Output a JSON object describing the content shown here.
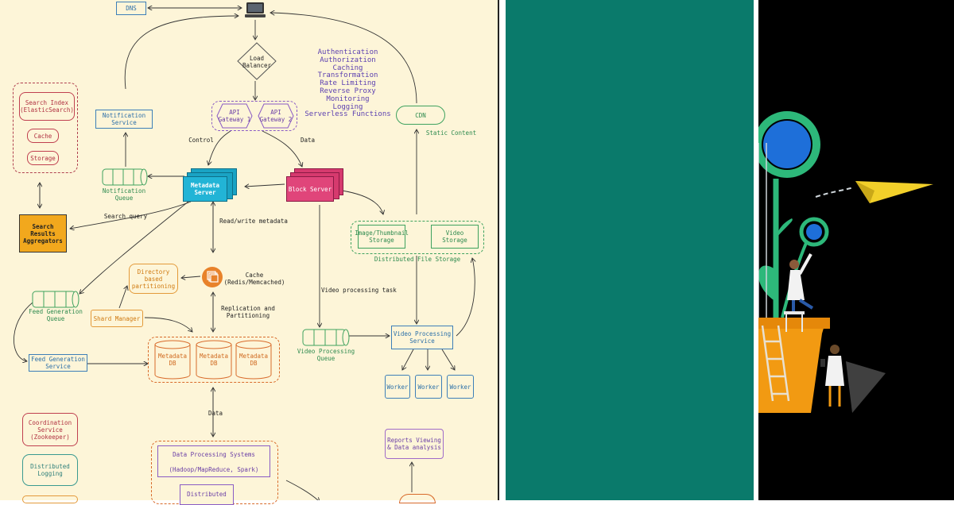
{
  "diagram": {
    "dns": "DNS",
    "load_balancer": "Load\nBalancer",
    "features": [
      "Authentication",
      "Authorization",
      "Caching",
      "Transformation",
      "Rate Limiting",
      "Reverse Proxy",
      "Monitoring",
      "Logging",
      "Serverless Functions"
    ],
    "api_gateway_1": "API\nGateway 1",
    "api_gateway_2": "API\nGateway 2",
    "cdn": "CDN",
    "static_content": "Static Content",
    "search_index": "Search Index\n(ElasticSearch)",
    "cache_small": "Cache",
    "storage_small": "Storage",
    "notification_service": "Notification\nService",
    "notification_queue": "Notification\nQueue",
    "control": "Control",
    "data_top": "Data",
    "metadata_server": "Metadata\nServer",
    "block_server": "Block Server",
    "search_query": "Search query",
    "search_results": "Search\nResults\nAggregators",
    "read_write": "Read/write metadata",
    "image_storage": "Image/Thumbnail\nStorage",
    "video_storage": "Video\nStorage",
    "dfs": "Distributed File Storage",
    "directory_partitioning": "Directory\nbased\npartitioning",
    "cache_redis": "Cache\n(Redis/Memcached)",
    "feed_queue": "Feed Generation\nQueue",
    "video_task": "Video processing task",
    "shard_manager": "Shard Manager",
    "replication": "Replication and\nPartitioning",
    "video_queue": "Video Processing\nQueue",
    "video_service": "Video Processing\nService",
    "feed_service": "Feed Generation\nService",
    "metadata_db": "Metadata\nDB",
    "worker": "Worker",
    "data_bottom": "Data",
    "coordination": "Coordination\nService\n(Zookeeper)",
    "dist_logging": "Distributed\nLogging",
    "data_processing": "Data Processing Systems",
    "hadoop": "(Hadoop/MapReduce, Spark)",
    "distributed_partial": "Distributed",
    "reports": "Reports Viewing\n& Data analysis"
  },
  "colors": {
    "diagram_bg": "#fdf5d8",
    "teal_panel": "#0a7a6b",
    "art_bg": "#000000",
    "metadata_server": "#1aa3c4",
    "block_server": "#e0457a",
    "search_results": "#f2a81d",
    "cache_icon": "#e8822a",
    "plant_green": "#2db87a",
    "pot_orange": "#f29a12",
    "blue_circle": "#1e6fd9"
  }
}
